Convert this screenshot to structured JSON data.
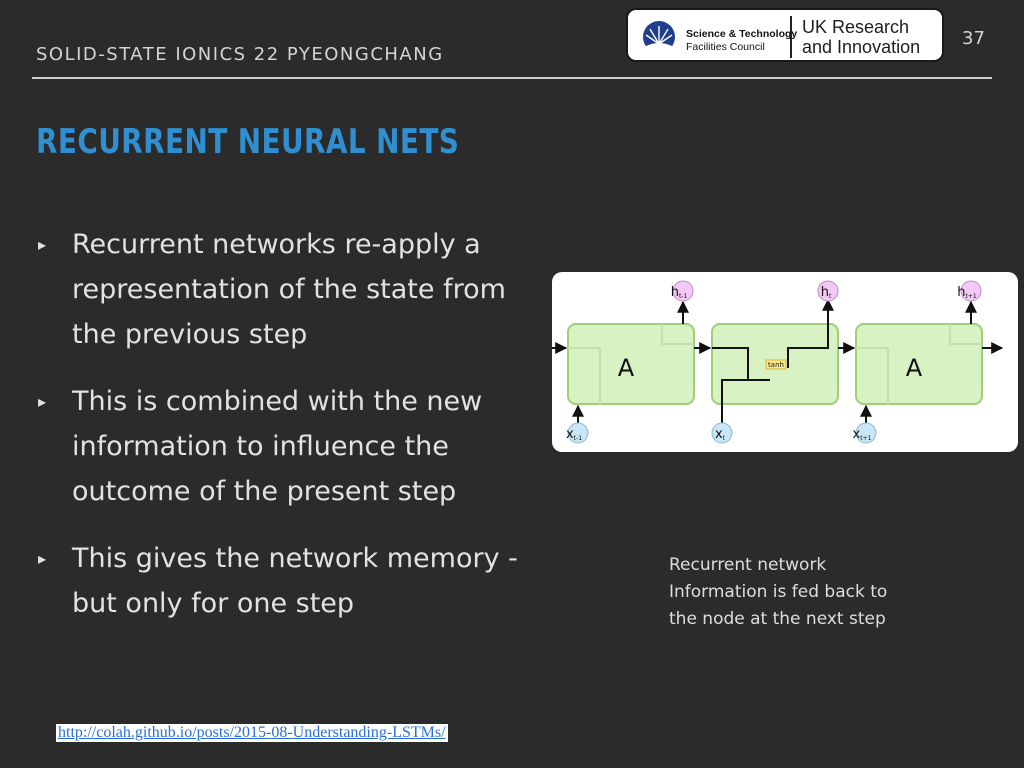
{
  "header": {
    "conference": "SOLID-STATE IONICS 22 PYEONGCHANG",
    "page_number": "37"
  },
  "logo": {
    "stfc_line1": "Science & Technology",
    "stfc_line2": "Facilities Council",
    "ukri_line1": "UK Research",
    "ukri_line2": "and Innovation"
  },
  "title": "RECURRENT NEURAL NETS",
  "bullets": [
    "Recurrent networks re-apply a representation of the state from the previous step",
    "This is combined with the new information to influence the outcome of the present step",
    "This gives the network memory - but only for one step"
  ],
  "bullet_marker": "▸",
  "diagram": {
    "cell_label": "A",
    "activation_label": "tanh",
    "outputs": [
      "h",
      "h",
      "h"
    ],
    "output_subscripts": [
      "t-1",
      "t",
      "t+1"
    ],
    "inputs": [
      "x",
      "x",
      "x"
    ],
    "input_subscripts": [
      "t-1",
      "t",
      "t+1"
    ],
    "colors": {
      "cell_fill": "#d9f2c4",
      "cell_stroke": "#9ccf7a",
      "node_fill": "#f2c9f5",
      "input_fill": "#c9e6f5",
      "tanh_fill": "#fbe88a"
    }
  },
  "caption": "Recurrent network Information is fed back to the node at the next step",
  "source_url": "http://colah.github.io/posts/2015-08-Understanding-LSTMs/",
  "colors": {
    "background": "#2b2b2b",
    "title": "#2f8fd0",
    "text": "#e2e2e2"
  }
}
